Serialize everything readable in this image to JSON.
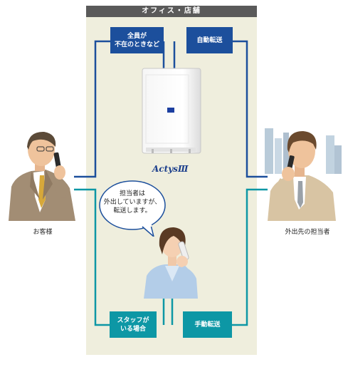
{
  "office_label": "オフィス・店舗",
  "tags": {
    "all_absent": "全員が\n不在のときなど",
    "auto_transfer": "自動転送",
    "staff_present": "スタッフが\nいる場合",
    "manual_transfer": "手動転送"
  },
  "device": {
    "brand": "Actys",
    "model_suffix": "Ⅲ"
  },
  "speech": "担当者は\n外出していますが、\n転送します。",
  "people": {
    "customer": "お客様",
    "remote_person": "外出先の担当者"
  },
  "colors": {
    "blue_line": "#1c4f9c",
    "teal_line": "#0d97a5",
    "office_bg": "#efeedd"
  }
}
